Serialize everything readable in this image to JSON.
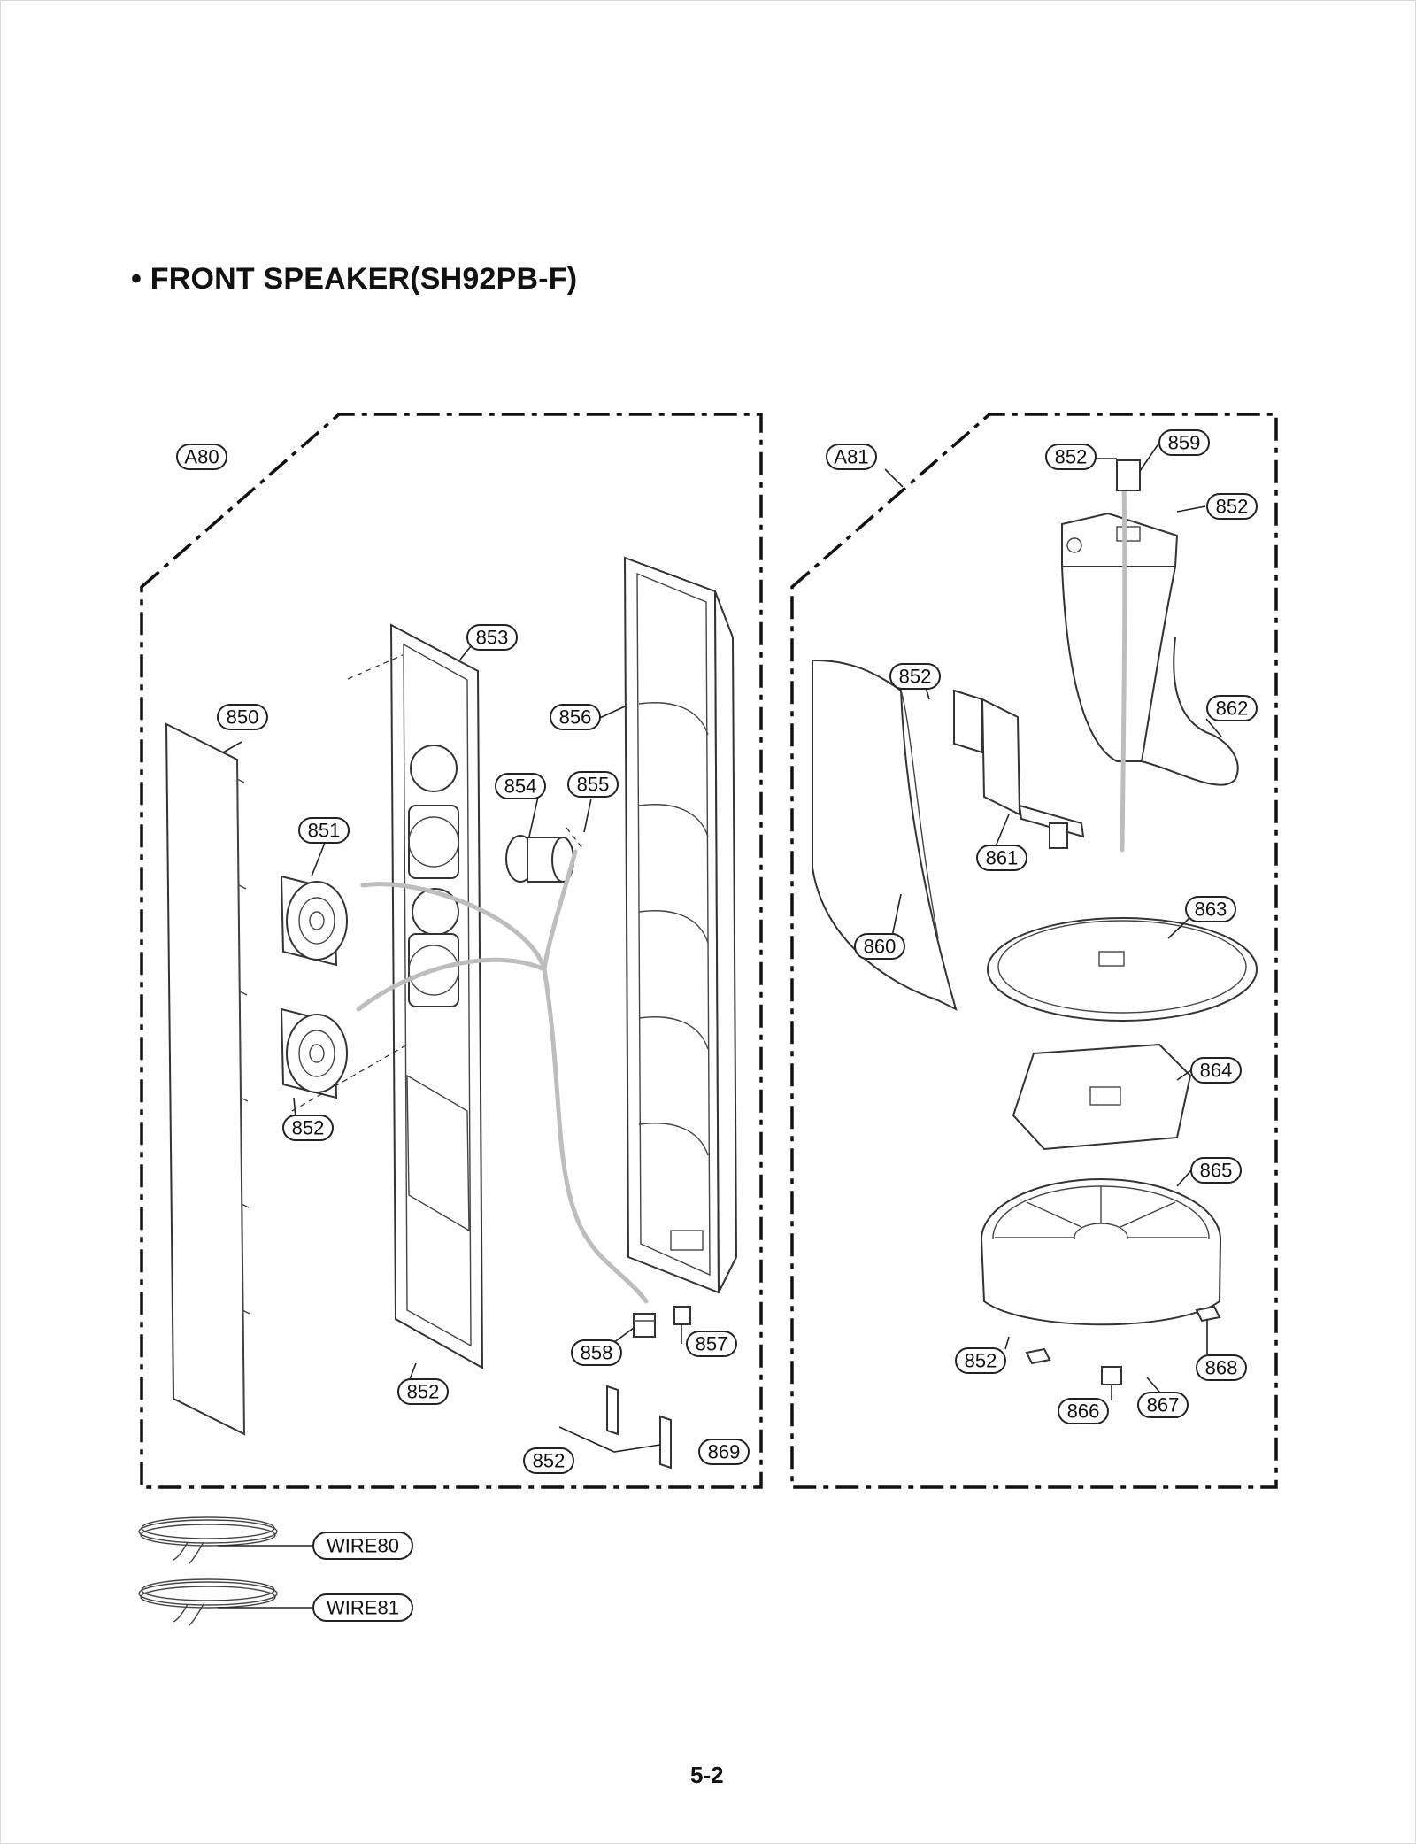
{
  "title": "• FRONT SPEAKER(SH92PB-F)",
  "page_number": "5-2",
  "assemblies": {
    "left": "A80",
    "right": "A81"
  },
  "callouts": {
    "a80_850": "850",
    "a80_851": "851",
    "a80_852_left": "852",
    "a80_852_bottom": "852",
    "a80_853": "853",
    "a80_854": "854",
    "a80_855": "855",
    "a80_856": "856",
    "a80_857": "857",
    "a80_858": "858",
    "a80_869": "869",
    "a80_852_869": "852",
    "a81_852_top": "852",
    "a81_859": "859",
    "a81_852_right": "852",
    "a81_852_mid": "852",
    "a81_862": "862",
    "a81_861": "861",
    "a81_860": "860",
    "a81_863": "863",
    "a81_864": "864",
    "a81_865": "865",
    "a81_852_base": "852",
    "a81_868": "868",
    "a81_866": "866",
    "a81_867": "867"
  },
  "wires": {
    "wire80": "WIRE80",
    "wire81": "WIRE81"
  }
}
